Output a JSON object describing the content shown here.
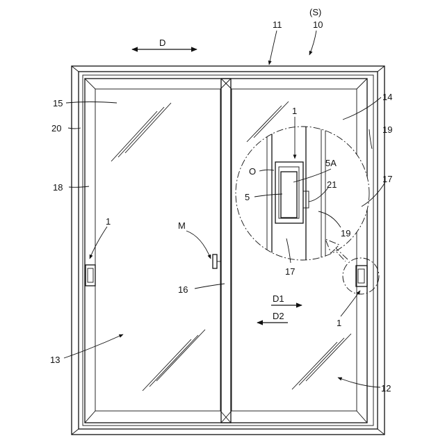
{
  "figure": {
    "labels": {
      "S": "(S)",
      "l10": "10",
      "l11": "11",
      "D": "D",
      "l14": "14",
      "l15": "15",
      "l19a": "19",
      "l20": "20",
      "l1_detail": "1",
      "l5A": "5A",
      "O": "O",
      "l18": "18",
      "l21": "21",
      "l5": "5",
      "l17a": "17",
      "l19b": "19",
      "l1_left": "1",
      "M": "M",
      "l17b": "17",
      "l16": "16",
      "D1": "D1",
      "D2": "D2",
      "l1_right": "1",
      "l13": "13",
      "l12": "12"
    }
  }
}
